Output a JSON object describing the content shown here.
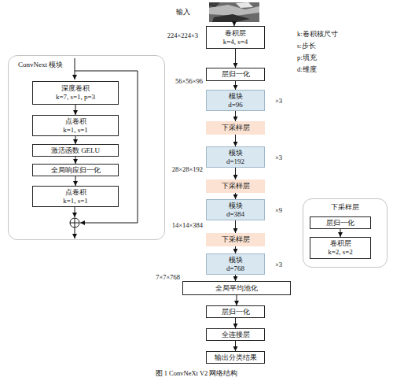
{
  "diagram": {
    "caption": "图 1 ConvNeXt V2 网络结构",
    "nodes": [
      {
        "text": [
          "输入"
        ]
      },
      {
        "text": [
          "卷积层",
          "k=4, s=4"
        ]
      },
      {
        "text": [
          "层归一化"
        ]
      },
      {
        "text": [
          "模块",
          "d=96"
        ]
      },
      {
        "text": [
          "下采样层"
        ]
      },
      {
        "text": [
          "模块",
          "d=192"
        ]
      },
      {
        "text": [
          "下采样层"
        ]
      },
      {
        "text": [
          "模块",
          "d=384"
        ]
      },
      {
        "text": [
          "下采样层"
        ]
      },
      {
        "text": [
          "模块",
          "d=768"
        ]
      },
      {
        "text": [
          "全局平均池化"
        ]
      },
      {
        "text": [
          "层归一化"
        ]
      },
      {
        "text": [
          "全连接层"
        ]
      },
      {
        "text": [
          "输出分类结果"
        ]
      },
      {
        "text": [
          "ConvNext 模块"
        ]
      },
      {
        "text": [
          "深度卷积",
          "k=7, s=1, p=3"
        ],
        "in": 14
      },
      {
        "text": [
          "点卷积",
          "k=1, s=1"
        ],
        "in": 14
      },
      {
        "text": [
          "激活函数 GELU"
        ],
        "in": 14
      },
      {
        "text": [
          "全局响应归一化"
        ],
        "in": 14
      },
      {
        "text": [
          "点卷积",
          "k=1, s=1"
        ],
        "in": 14
      },
      {
        "text": [
          "下采样层"
        ]
      },
      {
        "text": [
          "层归一化"
        ],
        "in": 20
      },
      {
        "text": [
          "卷积层",
          "k=2, s=2"
        ],
        "in": 20
      }
    ],
    "edges": [
      {
        "from": 0,
        "to": 1,
        "arrow": "to"
      },
      {
        "from": 1,
        "to": 2,
        "arrow": "to"
      },
      {
        "from": 2,
        "to": 3,
        "arrow": "to"
      },
      {
        "from": 3,
        "to": 4,
        "arrow": "to"
      },
      {
        "from": 4,
        "to": 5,
        "arrow": "to"
      },
      {
        "from": 5,
        "to": 6,
        "arrow": "to"
      },
      {
        "from": 6,
        "to": 7,
        "arrow": "to"
      },
      {
        "from": 7,
        "to": 8,
        "arrow": "to"
      },
      {
        "from": 8,
        "to": 9,
        "arrow": "to"
      },
      {
        "from": 9,
        "to": 10,
        "arrow": "to"
      },
      {
        "from": 10,
        "to": 11,
        "arrow": "to"
      },
      {
        "from": 11,
        "to": 12,
        "arrow": "to"
      },
      {
        "from": 12,
        "to": 13,
        "arrow": "to"
      },
      {
        "from": 15,
        "to": 16,
        "arrow": "to"
      },
      {
        "from": 16,
        "to": 17,
        "arrow": "to"
      },
      {
        "from": 17,
        "to": 18,
        "arrow": "to"
      },
      {
        "from": 18,
        "to": 19,
        "arrow": "to"
      },
      {
        "from": 21,
        "to": 22,
        "arrow": "to"
      }
    ],
    "labels": [
      "224×224×3",
      "56×56×96",
      "28×28×192",
      "14×14×384",
      "7×7×768",
      "×3",
      "×3",
      "×9",
      "×3",
      "k:卷积核尺寸",
      "s:步长",
      "p:填充",
      "d:维度"
    ]
  }
}
